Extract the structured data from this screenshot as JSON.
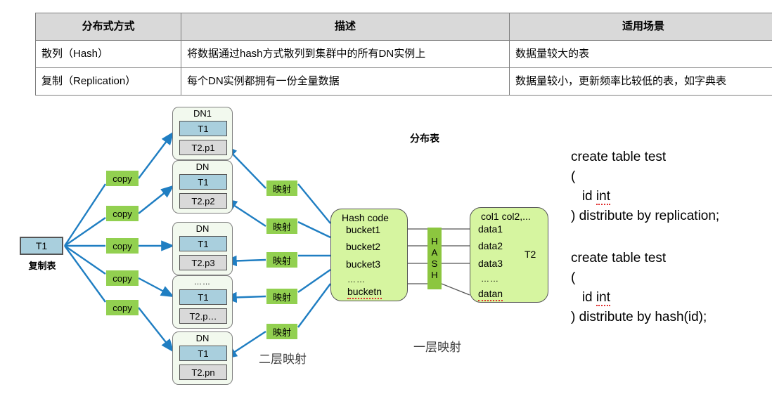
{
  "table": {
    "headers": [
      "分布式方式",
      "描述",
      "适用场景"
    ],
    "rows": [
      [
        "散列（Hash）",
        "将数据通过hash方式散列到集群中的所有DN实例上",
        "数据量较大的表"
      ],
      [
        "复制（Replication）",
        "每个DN实例都拥有一份全量数据",
        "数据量较小，更新频率比较低的表，如字典表"
      ]
    ]
  },
  "diagram": {
    "source": {
      "label": "T1",
      "caption": "复制表"
    },
    "copy_labels": [
      "copy",
      "copy",
      "copy",
      "copy",
      "copy"
    ],
    "map_labels": [
      "映射",
      "映射",
      "映射",
      "映射",
      "映射"
    ],
    "dn_nodes": [
      {
        "title": "DN1",
        "t1": "T1",
        "t2": "T2.p1"
      },
      {
        "title": "DN",
        "t1": "T1",
        "t2": "T2.p2"
      },
      {
        "title": "DN",
        "t1": "T1",
        "t2": "T2.p3"
      },
      {
        "title": "……",
        "t1": "T1",
        "t2": "T2.p…"
      },
      {
        "title": "DN",
        "t1": "T1",
        "t2": "T2.pn"
      }
    ],
    "dist_title": "分布表",
    "hashcode": {
      "head": "Hash code",
      "lines": [
        "bucket1",
        "bucket2",
        "bucket3",
        "……",
        "bucketn"
      ]
    },
    "hash_bar": [
      "H",
      "A",
      "S",
      "H"
    ],
    "t2box": {
      "head": "col1  col2,...",
      "name": "T2",
      "lines": [
        "data1",
        "data2",
        "data3",
        "……",
        "datan"
      ]
    },
    "captions": {
      "two_layer": "二层映射",
      "one_layer": "一层映射"
    }
  },
  "sql": {
    "block1": {
      "line1": "create table test",
      "line2": "(",
      "line3_pre": "   id ",
      "line3_kw": "int",
      "line4": ") distribute by replication;"
    },
    "block2": {
      "line1": "create table test",
      "line2": "(",
      "line3_pre": "   id ",
      "line3_kw": "int",
      "line4": ") distribute by hash(id);"
    }
  },
  "colors": {
    "green_label": "#92d050",
    "green_box": "#d6f5a0",
    "teal": "#a9cfdd",
    "gray": "#d9d9d9",
    "arrow_blue": "#1f7ec2",
    "header_gray": "#d9d9d9"
  }
}
